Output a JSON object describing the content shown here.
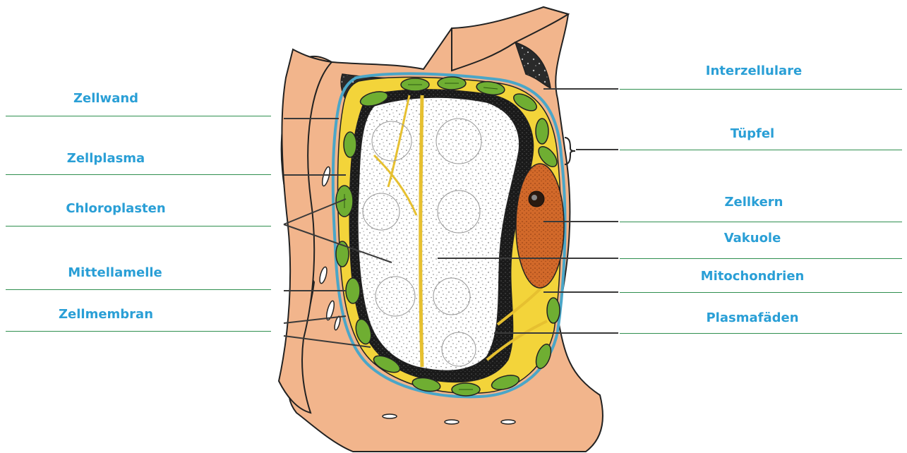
{
  "labels_left": [
    "Zellwand",
    "Zellplasma",
    "Chloroplasten",
    "Mittellamelle",
    "Zellmembran"
  ],
  "labels_right": [
    "Interzellulare",
    "Tüpfel",
    "Zellkern",
    "Vakuole",
    "Mitochondrien",
    "Plasmafäden"
  ],
  "colors": {
    "label_text": "#2a9fd6",
    "label_rule": "#2f8f4f",
    "leader_line": "#3a3a3a",
    "cell_wall": "#f2b58c",
    "cytoplasm": "#f3d43a",
    "chloroplast": "#6fae32",
    "membrane": "#4aa6c8",
    "nucleus": "#d2692a"
  }
}
